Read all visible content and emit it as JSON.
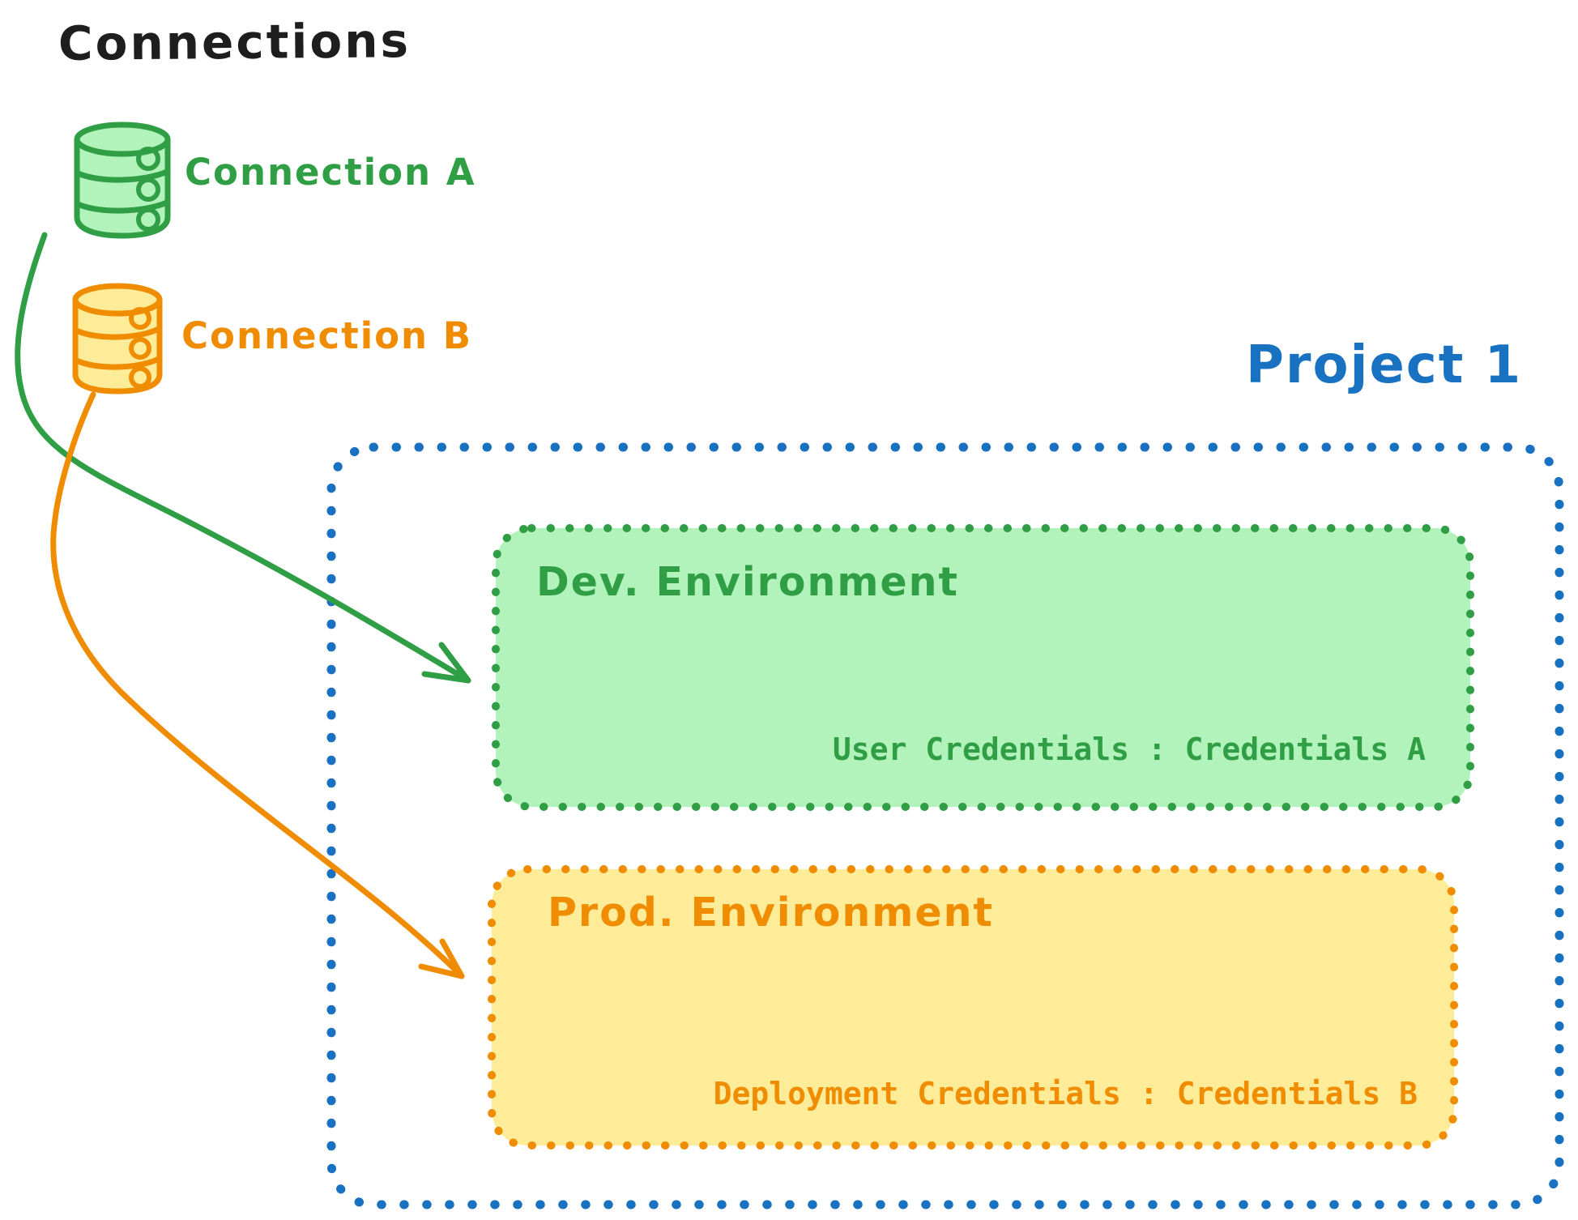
{
  "title": "Connections",
  "connections": [
    {
      "id": "a",
      "label": "Connection A",
      "icon": "database-icon",
      "stroke": "#2f9e44",
      "fill": "#b2f2bb"
    },
    {
      "id": "b",
      "label": "Connection B",
      "icon": "database-icon",
      "stroke": "#f08c00",
      "fill": "#ffec99"
    }
  ],
  "project": {
    "label": "Project 1",
    "color": "#1971c2",
    "environments": [
      {
        "name": "Dev. Environment",
        "credentials": "User Credentials : Credentials A",
        "stroke": "#2f9e44",
        "fill": "#b2f2bb",
        "linked_connection": "Connection A"
      },
      {
        "name": "Prod. Environment",
        "credentials": "Deployment Credentials : Credentials B",
        "stroke": "#f08c00",
        "fill": "#ffec99",
        "linked_connection": "Connection B"
      }
    ]
  },
  "colors": {
    "title": "#1e1e1e",
    "green": "#2f9e44",
    "green_fill": "#b2f2bb",
    "orange": "#f08c00",
    "orange_fill": "#ffec99",
    "blue": "#1971c2",
    "background": "#ffffff"
  }
}
